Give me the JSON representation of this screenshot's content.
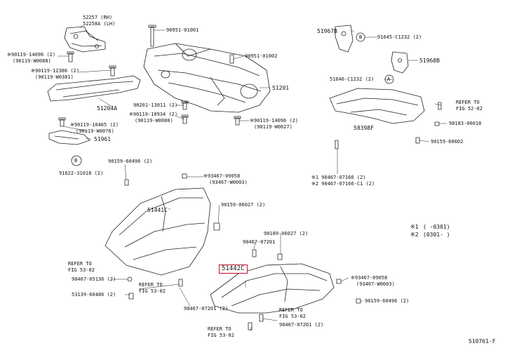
{
  "labels": {
    "p52257": "52257 (RH)",
    "p52258a": "52258A (LH)",
    "p90119_14096": "※90119-14096 (2)",
    "p90119_w0088": "(90119-W0088)",
    "p90119_12386": "※90119-12386 (2)",
    "p90119_w0381": "(90119-W0381)",
    "p51204a": "51204A",
    "p90119_10465": "※90119-10465 (2)",
    "p90119_w0076": "(90119-W0076)",
    "p51961": "51961",
    "p91622": "91622-31018 (2)",
    "p90951_01001": "90951-01001",
    "p90951_01002": "90951-01002",
    "p51201": "51201",
    "p90201": "90201-13011 (2)",
    "p90119_10934": "※90119-10934 (2)",
    "p90119_w0080": "(90119-W0080)",
    "p90119_14096b": "※90119-14096 (2)",
    "p90119_w0027": "(90119-W0027)",
    "p51967b": "51967B",
    "p91645": "91645-C1232 (2)",
    "p51968b": "51968B",
    "p51646": "51646-C1232 (2)",
    "p58398f": "58398F",
    "refer_fig_5202a": "REFER TO",
    "refer_fig_5202b": "FIG 52-02",
    "p90183": "90183-06018",
    "p90159_60602": "90159-60602",
    "p_s1_90467_07166": "※1 90467-07166 (2)",
    "p_s2_90467_07166": "※2 90467-07166-C1 (2)",
    "p90159_60496a": "90159-60496 (2)",
    "p93467_09058a": "※93467-09058",
    "p93467_w0003a": "(93467-W0003)",
    "p51441c": "51441C",
    "p90159_06027": "90159-06027 (2)",
    "p90189_06027": "90189-06027 (2)",
    "p90467_07201a": "90467-07201",
    "note1_key": "※1",
    "note1_val": "(      -0301)",
    "note2_key": "※2",
    "note2_val": "(0301-      )",
    "refer_5302a1": "REFER TO",
    "refer_5302a2": "FIG 53-02",
    "p90467_05136": "90467-05136 (2)",
    "refer_5302b1": "REFER TO",
    "refer_5302b2": "FIG 53-02",
    "p53139": "53139-60486 (2)",
    "p51442c": "51442C",
    "p93467_09058b": "※93467-09058",
    "p93467_w0003b": "(93467-W0003)",
    "p90467_07201b": "90467-07201 (2)",
    "refer_5302c1": "REFER TO",
    "refer_5302c2": "FIG 53-02",
    "p90467_07201c": "90467-07201 (2)",
    "p90159_60496b": "90159-60496 (2)",
    "refer_5302d1": "REFER TO",
    "refer_5302d2": "FIG 53-02",
    "fig_no": "510761-F",
    "callout_a": "A",
    "callout_b": "B",
    "callout_b2": "B"
  },
  "highlight_color": "#c8102e"
}
